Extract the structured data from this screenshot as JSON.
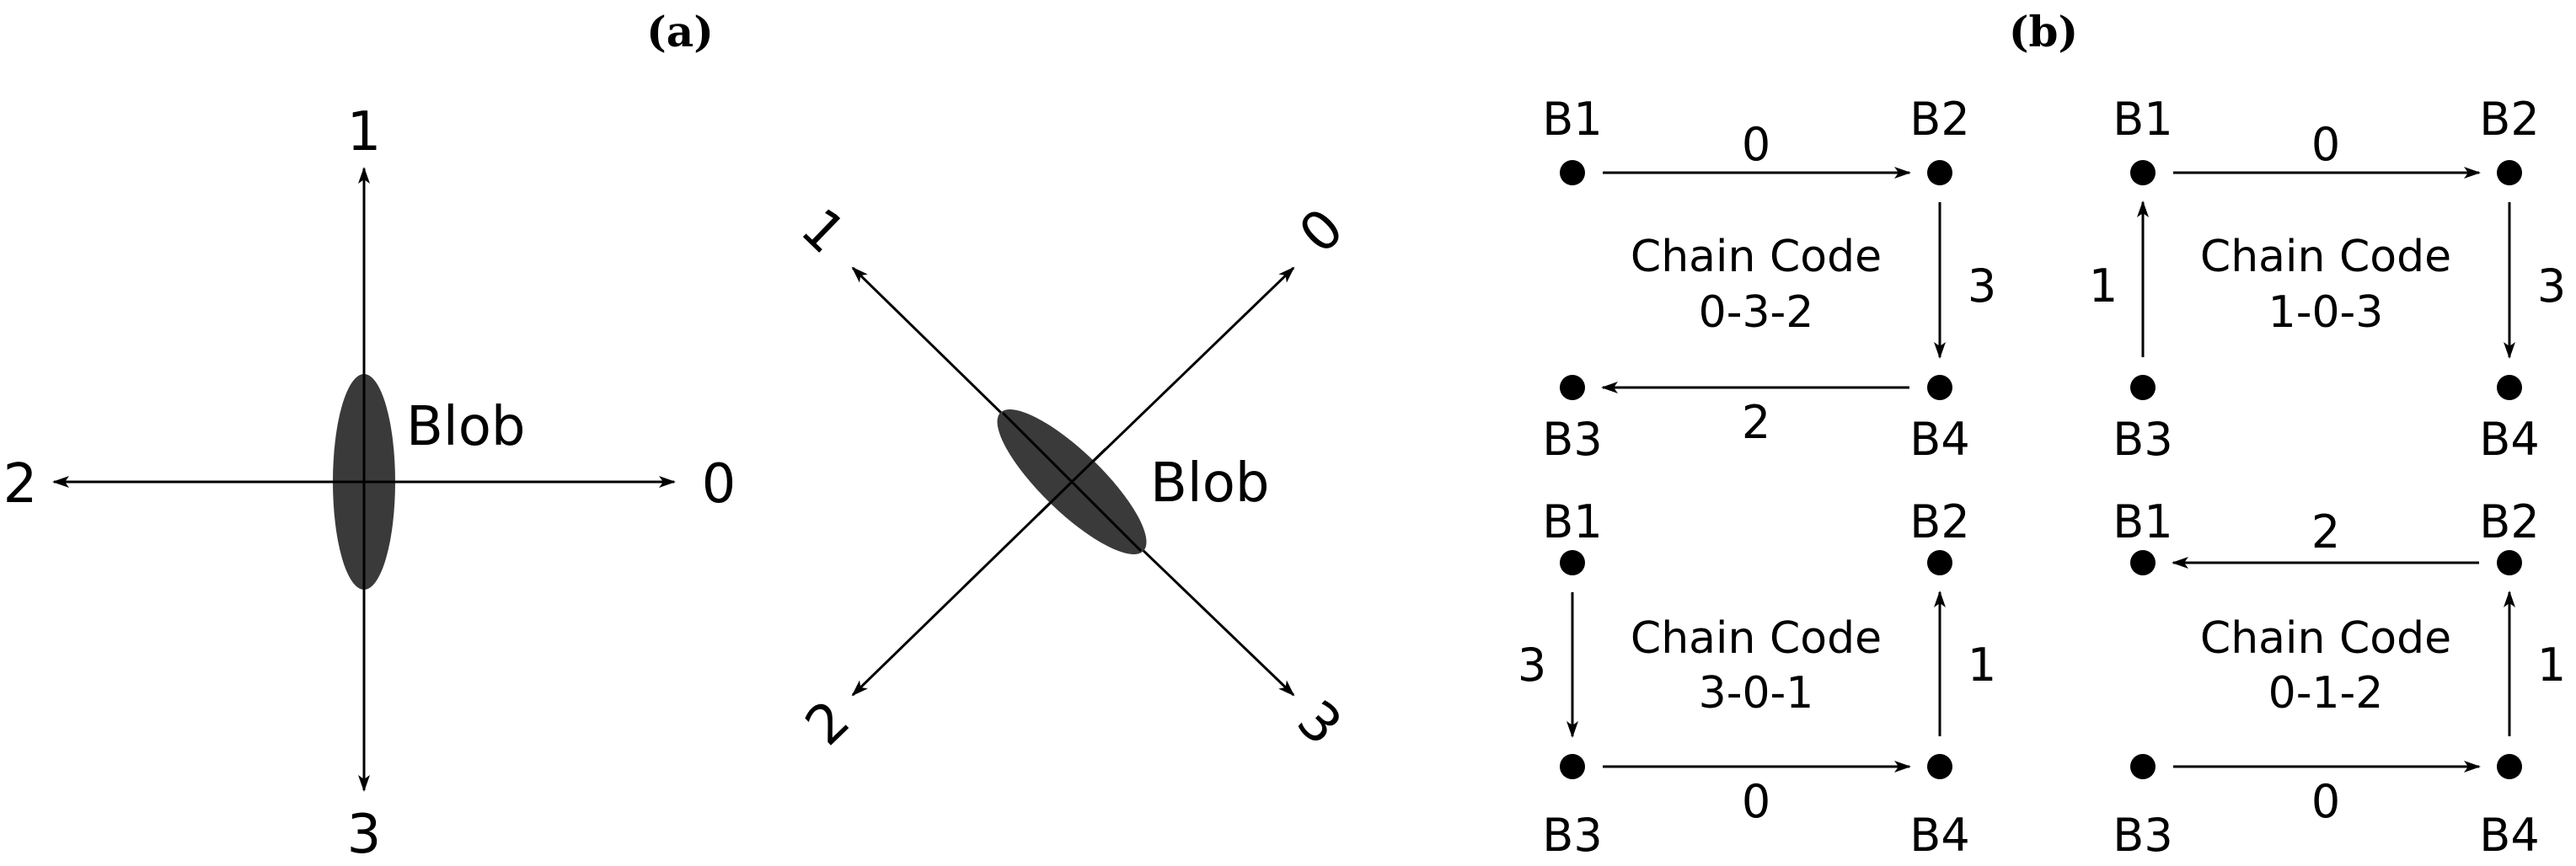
{
  "panels": {
    "a": {
      "label": "(a)",
      "left": {
        "blob_label": "Blob",
        "directions": [
          "0",
          "1",
          "2",
          "3"
        ]
      },
      "right": {
        "blob_label": "Blob",
        "directions": [
          "0",
          "1",
          "2",
          "3"
        ]
      }
    },
    "b": {
      "label": "(b)",
      "chain_code_title": "Chain Code",
      "nodes": [
        "B1",
        "B2",
        "B3",
        "B4"
      ],
      "cells": [
        {
          "code": "0-3-2",
          "edges": [
            "0",
            "3",
            "2"
          ]
        },
        {
          "code": "1-0-3",
          "edges": [
            "1",
            "0",
            "3"
          ]
        },
        {
          "code": "3-0-1",
          "edges": [
            "3",
            "0",
            "1"
          ]
        },
        {
          "code": "0-1-2",
          "edges": [
            "0",
            "1",
            "2"
          ]
        }
      ]
    }
  },
  "colors": {
    "blob": "#3a3a3a",
    "line": "#000000"
  }
}
